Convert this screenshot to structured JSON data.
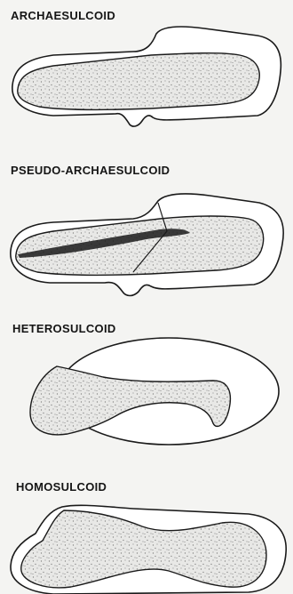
{
  "figures": [
    {
      "id": "archaesulcoid",
      "label": "ARCHAESULCOID"
    },
    {
      "id": "pseudo-archaesulcoid",
      "label": "PSEUDO-ARCHAESULCOID"
    },
    {
      "id": "heterosulcoid",
      "label": "HETEROSULCOID"
    },
    {
      "id": "homosulcoid",
      "label": "HOMOSULCOID"
    }
  ],
  "colors": {
    "ink": "#1a1a1a",
    "background": "#f4f4f2",
    "stipple": "#6e6e6e"
  }
}
